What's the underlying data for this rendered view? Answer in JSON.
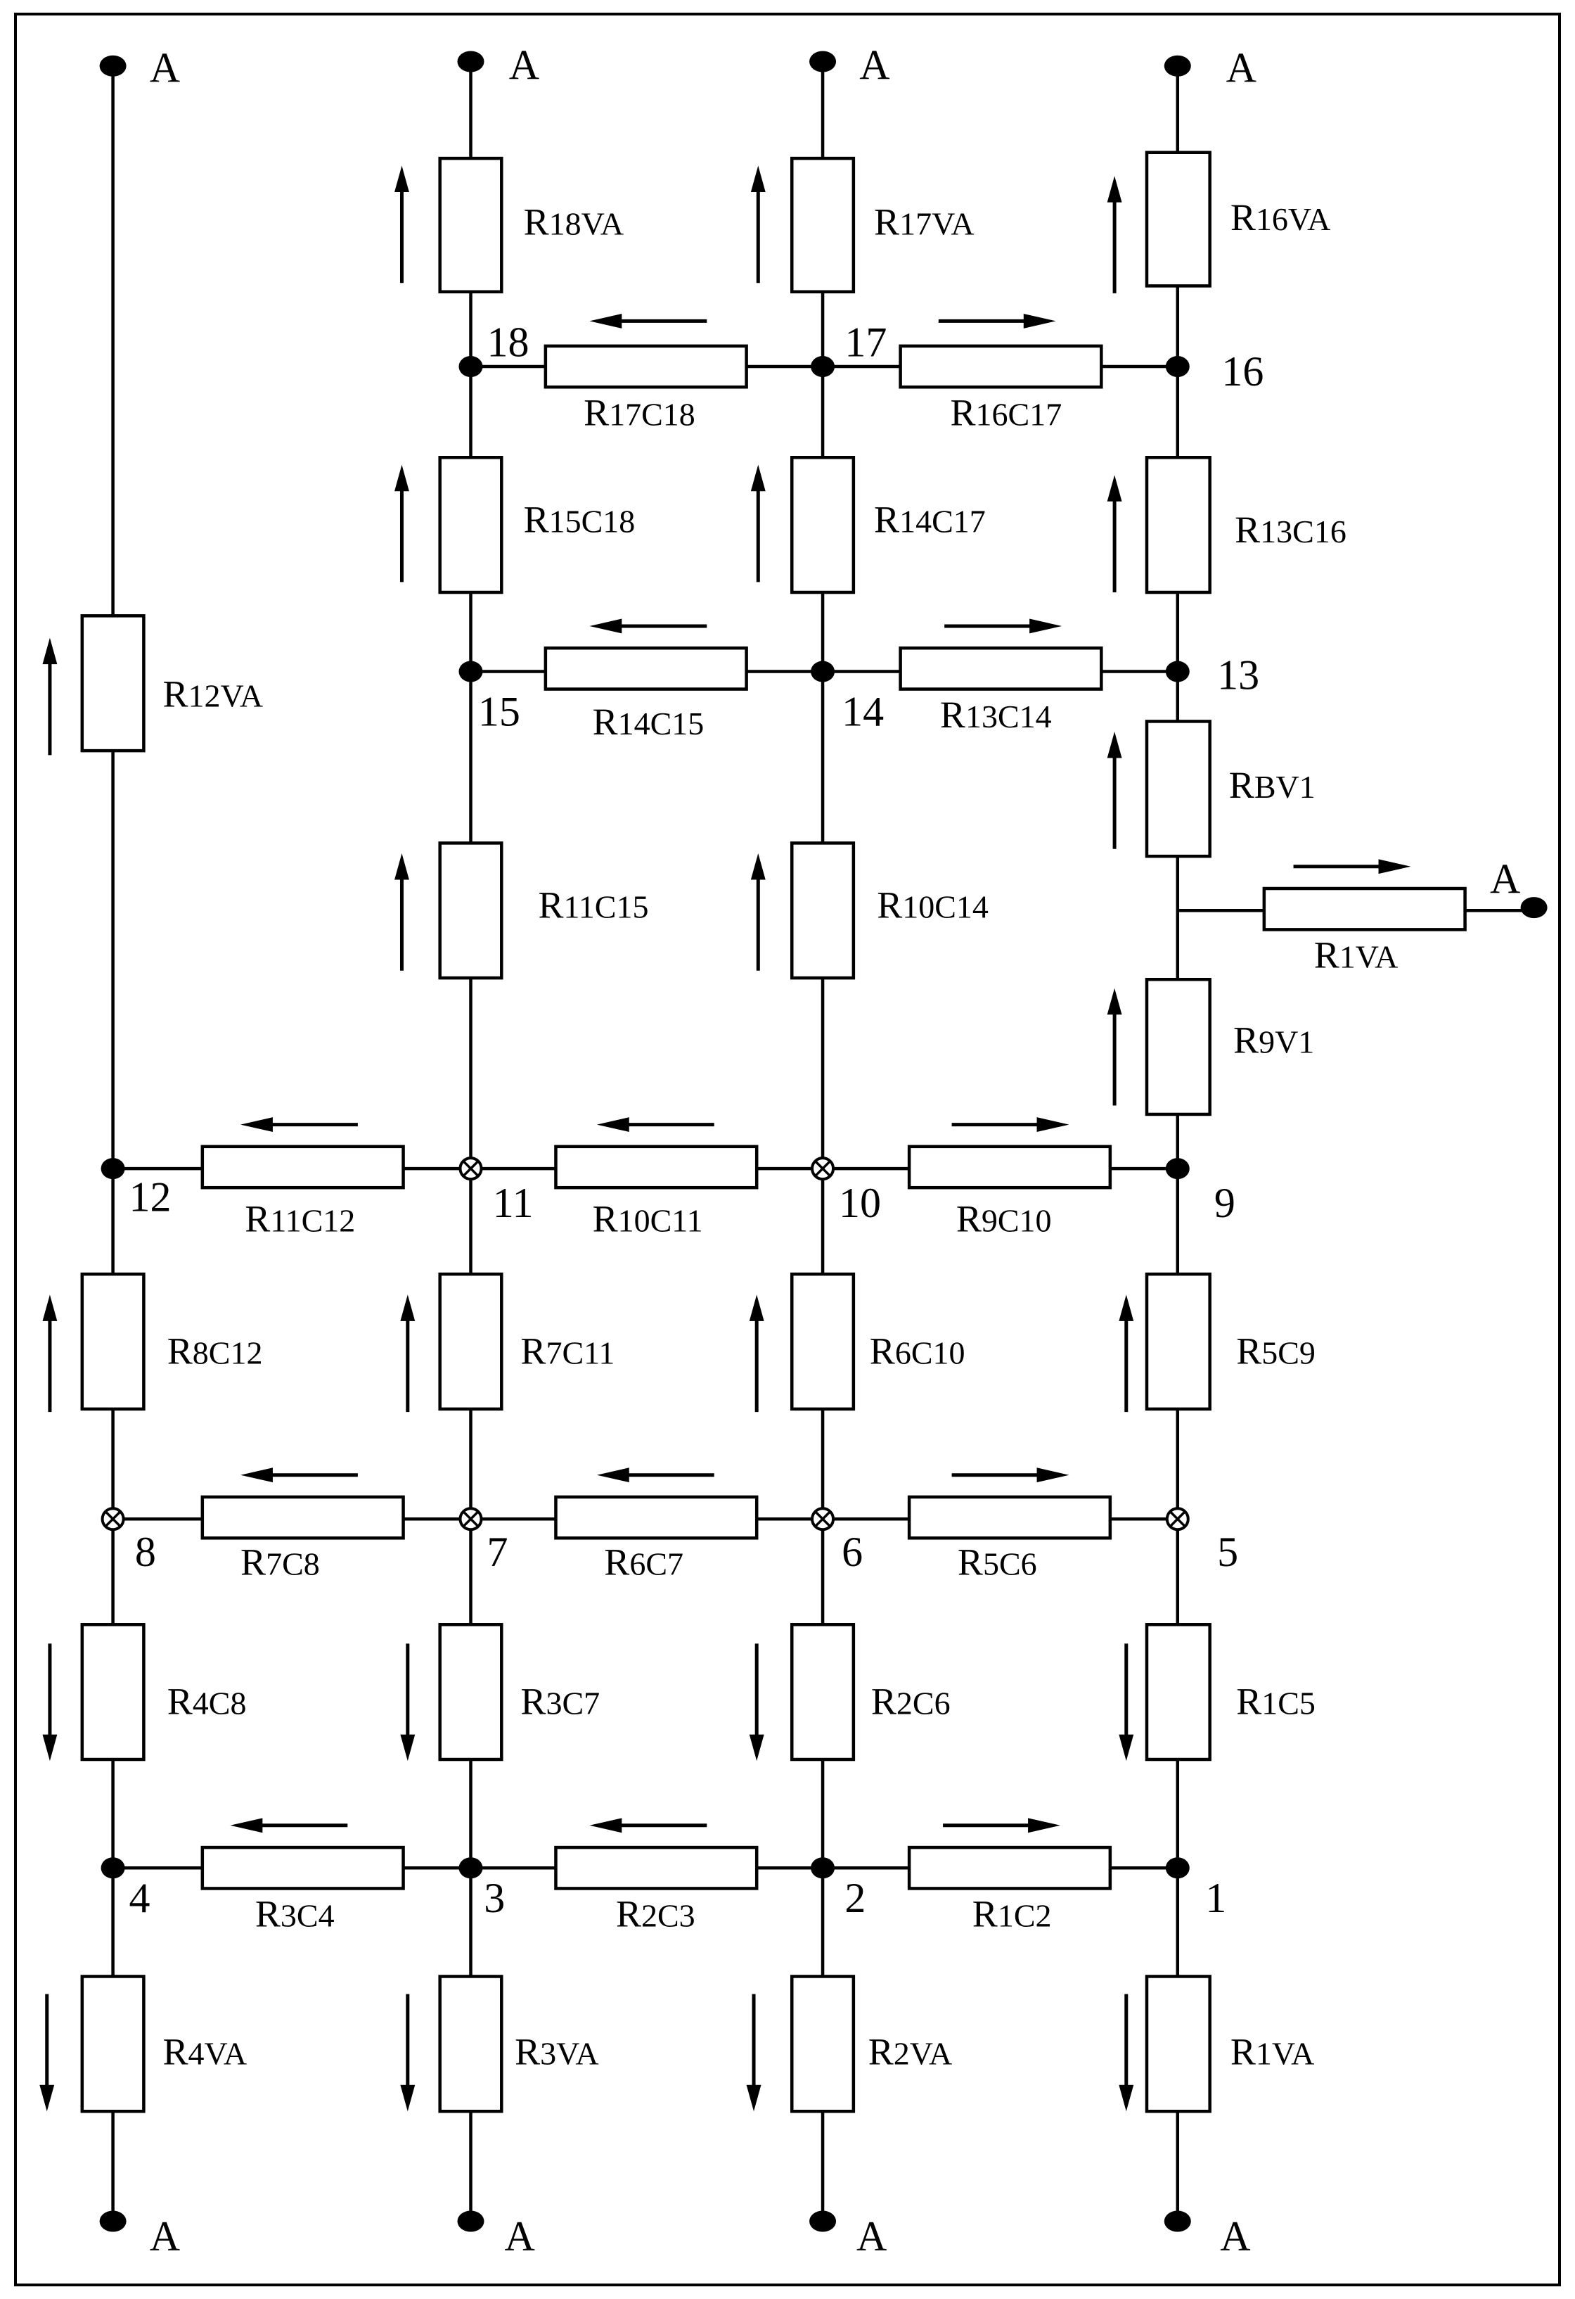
{
  "terminal_label": "A",
  "nodes": [
    {
      "id": "1",
      "label": "1"
    },
    {
      "id": "2",
      "label": "2"
    },
    {
      "id": "3",
      "label": "3"
    },
    {
      "id": "4",
      "label": "4"
    },
    {
      "id": "5",
      "label": "5"
    },
    {
      "id": "6",
      "label": "6"
    },
    {
      "id": "7",
      "label": "7"
    },
    {
      "id": "8",
      "label": "8"
    },
    {
      "id": "9",
      "label": "9"
    },
    {
      "id": "10",
      "label": "10"
    },
    {
      "id": "11",
      "label": "11"
    },
    {
      "id": "12",
      "label": "12"
    },
    {
      "id": "13",
      "label": "13"
    },
    {
      "id": "14",
      "label": "14"
    },
    {
      "id": "15",
      "label": "15"
    },
    {
      "id": "16",
      "label": "16"
    },
    {
      "id": "17",
      "label": "17"
    },
    {
      "id": "18",
      "label": "18"
    }
  ],
  "resistors": [
    {
      "id": "R18VA",
      "prefix": "R",
      "sub": "18VA",
      "arrow": "up"
    },
    {
      "id": "R17VA",
      "prefix": "R",
      "sub": "17VA",
      "arrow": "up"
    },
    {
      "id": "R16VA",
      "prefix": "R",
      "sub": "16VA",
      "arrow": "up"
    },
    {
      "id": "R17C18",
      "prefix": "R",
      "sub": "17C18",
      "arrow": "left"
    },
    {
      "id": "R16C17",
      "prefix": "R",
      "sub": "16C17",
      "arrow": "right"
    },
    {
      "id": "R15C18",
      "prefix": "R",
      "sub": "15C18",
      "arrow": "up"
    },
    {
      "id": "R14C17",
      "prefix": "R",
      "sub": "14C17",
      "arrow": "up"
    },
    {
      "id": "R13C16",
      "prefix": "R",
      "sub": "13C16",
      "arrow": "up"
    },
    {
      "id": "R12VA",
      "prefix": "R",
      "sub": "12VA",
      "arrow": "up"
    },
    {
      "id": "R14C15",
      "prefix": "R",
      "sub": "14C15",
      "arrow": "left"
    },
    {
      "id": "R13C14",
      "prefix": "R",
      "sub": "13C14",
      "arrow": "right"
    },
    {
      "id": "RBV1",
      "prefix": "R",
      "sub": "BV1",
      "arrow": "up"
    },
    {
      "id": "R11C15",
      "prefix": "R",
      "sub": "11C15",
      "arrow": "up"
    },
    {
      "id": "R10C14",
      "prefix": "R",
      "sub": "10C14",
      "arrow": "up"
    },
    {
      "id": "R1VA_h",
      "prefix": "R",
      "sub": "1VA",
      "arrow": "right"
    },
    {
      "id": "R9V1",
      "prefix": "R",
      "sub": "9V1",
      "arrow": "up"
    },
    {
      "id": "R11C12",
      "prefix": "R",
      "sub": "11C12",
      "arrow": "left"
    },
    {
      "id": "R10C11",
      "prefix": "R",
      "sub": "10C11",
      "arrow": "left"
    },
    {
      "id": "R9C10",
      "prefix": "R",
      "sub": "9C10",
      "arrow": "right"
    },
    {
      "id": "R8C12",
      "prefix": "R",
      "sub": "8C12",
      "arrow": "up"
    },
    {
      "id": "R7C11",
      "prefix": "R",
      "sub": "7C11",
      "arrow": "up"
    },
    {
      "id": "R6C10",
      "prefix": "R",
      "sub": "6C10",
      "arrow": "up"
    },
    {
      "id": "R5C9",
      "prefix": "R",
      "sub": "5C9",
      "arrow": "up"
    },
    {
      "id": "R7C8",
      "prefix": "R",
      "sub": "7C8",
      "arrow": "left"
    },
    {
      "id": "R6C7",
      "prefix": "R",
      "sub": "6C7",
      "arrow": "left"
    },
    {
      "id": "R5C6",
      "prefix": "R",
      "sub": "5C6",
      "arrow": "right"
    },
    {
      "id": "R4C8",
      "prefix": "R",
      "sub": "4C8",
      "arrow": "down"
    },
    {
      "id": "R3C7",
      "prefix": "R",
      "sub": "3C7",
      "arrow": "down"
    },
    {
      "id": "R2C6",
      "prefix": "R",
      "sub": "2C6",
      "arrow": "down"
    },
    {
      "id": "R1C5",
      "prefix": "R",
      "sub": "1C5",
      "arrow": "down"
    },
    {
      "id": "R3C4",
      "prefix": "R",
      "sub": "3C4",
      "arrow": "left"
    },
    {
      "id": "R2C3",
      "prefix": "R",
      "sub": "2C3",
      "arrow": "left"
    },
    {
      "id": "R1C2",
      "prefix": "R",
      "sub": "1C2",
      "arrow": "right"
    },
    {
      "id": "R4VA",
      "prefix": "R",
      "sub": "4VA",
      "arrow": "down"
    },
    {
      "id": "R3VA",
      "prefix": "R",
      "sub": "3VA",
      "arrow": "down"
    },
    {
      "id": "R2VA",
      "prefix": "R",
      "sub": "2VA",
      "arrow": "down"
    },
    {
      "id": "R1VA_v",
      "prefix": "R",
      "sub": "1VA",
      "arrow": "down"
    }
  ]
}
